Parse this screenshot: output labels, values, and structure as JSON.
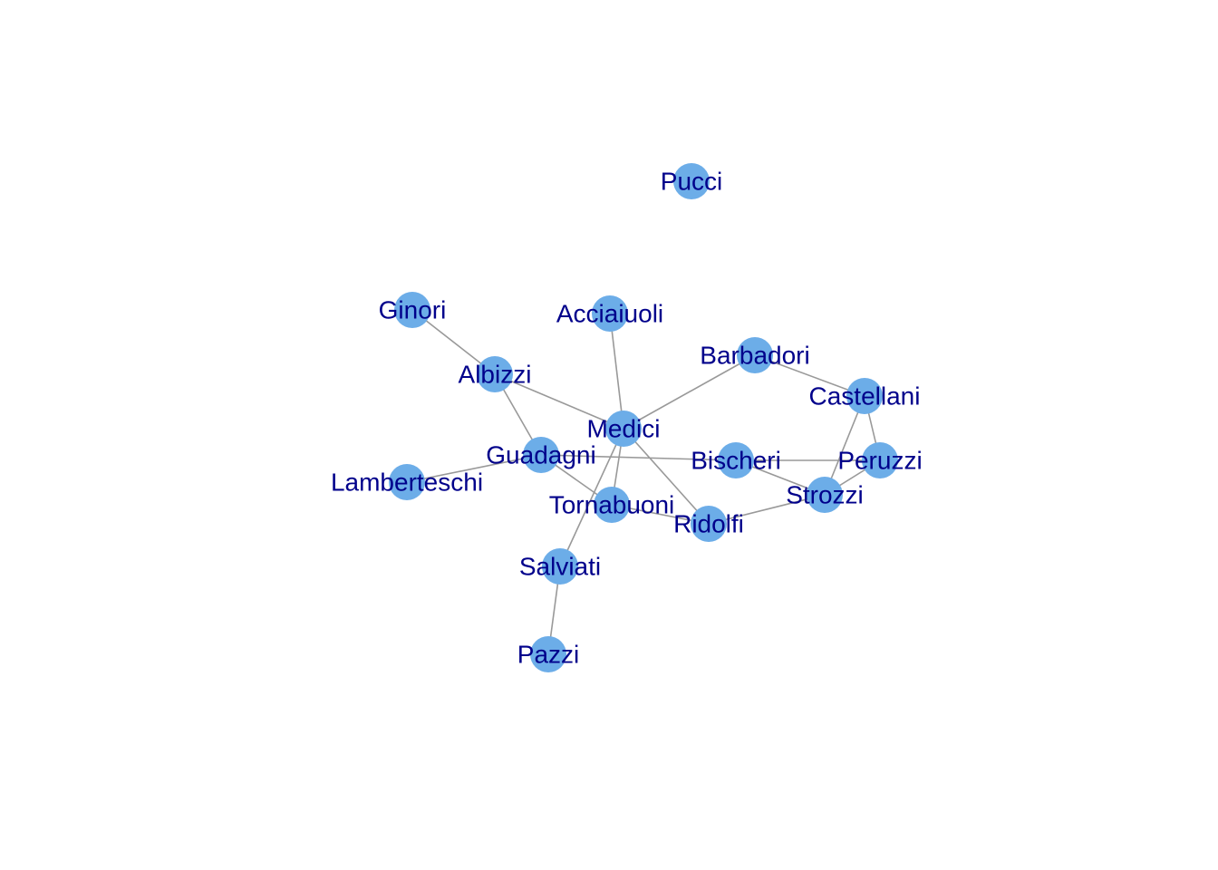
{
  "graph": {
    "colors": {
      "node_fill": "#6cade8",
      "edge_stroke": "#999999",
      "label_color": "#00008b",
      "background": "#ffffff"
    },
    "nodes": [
      {
        "id": "Acciaiuoli",
        "label": "Acciaiuoli"
      },
      {
        "id": "Albizzi",
        "label": "Albizzi"
      },
      {
        "id": "Barbadori",
        "label": "Barbadori"
      },
      {
        "id": "Bischeri",
        "label": "Bischeri"
      },
      {
        "id": "Castellani",
        "label": "Castellani"
      },
      {
        "id": "Ginori",
        "label": "Ginori"
      },
      {
        "id": "Guadagni",
        "label": "Guadagni"
      },
      {
        "id": "Lamberteschi",
        "label": "Lamberteschi"
      },
      {
        "id": "Medici",
        "label": "Medici"
      },
      {
        "id": "Pazzi",
        "label": "Pazzi"
      },
      {
        "id": "Peruzzi",
        "label": "Peruzzi"
      },
      {
        "id": "Pucci",
        "label": "Pucci"
      },
      {
        "id": "Ridolfi",
        "label": "Ridolfi"
      },
      {
        "id": "Salviati",
        "label": "Salviati"
      },
      {
        "id": "Strozzi",
        "label": "Strozzi"
      },
      {
        "id": "Tornabuoni",
        "label": "Tornabuoni"
      }
    ],
    "edges": [
      [
        "Acciaiuoli",
        "Medici"
      ],
      [
        "Albizzi",
        "Ginori"
      ],
      [
        "Albizzi",
        "Guadagni"
      ],
      [
        "Albizzi",
        "Medici"
      ],
      [
        "Barbadori",
        "Castellani"
      ],
      [
        "Barbadori",
        "Medici"
      ],
      [
        "Bischeri",
        "Guadagni"
      ],
      [
        "Bischeri",
        "Peruzzi"
      ],
      [
        "Bischeri",
        "Strozzi"
      ],
      [
        "Castellani",
        "Peruzzi"
      ],
      [
        "Castellani",
        "Strozzi"
      ],
      [
        "Guadagni",
        "Lamberteschi"
      ],
      [
        "Guadagni",
        "Tornabuoni"
      ],
      [
        "Medici",
        "Ridolfi"
      ],
      [
        "Medici",
        "Salviati"
      ],
      [
        "Medici",
        "Tornabuoni"
      ],
      [
        "Pazzi",
        "Salviati"
      ],
      [
        "Peruzzi",
        "Strozzi"
      ],
      [
        "Ridolfi",
        "Strozzi"
      ],
      [
        "Ridolfi",
        "Tornabuoni"
      ]
    ]
  }
}
